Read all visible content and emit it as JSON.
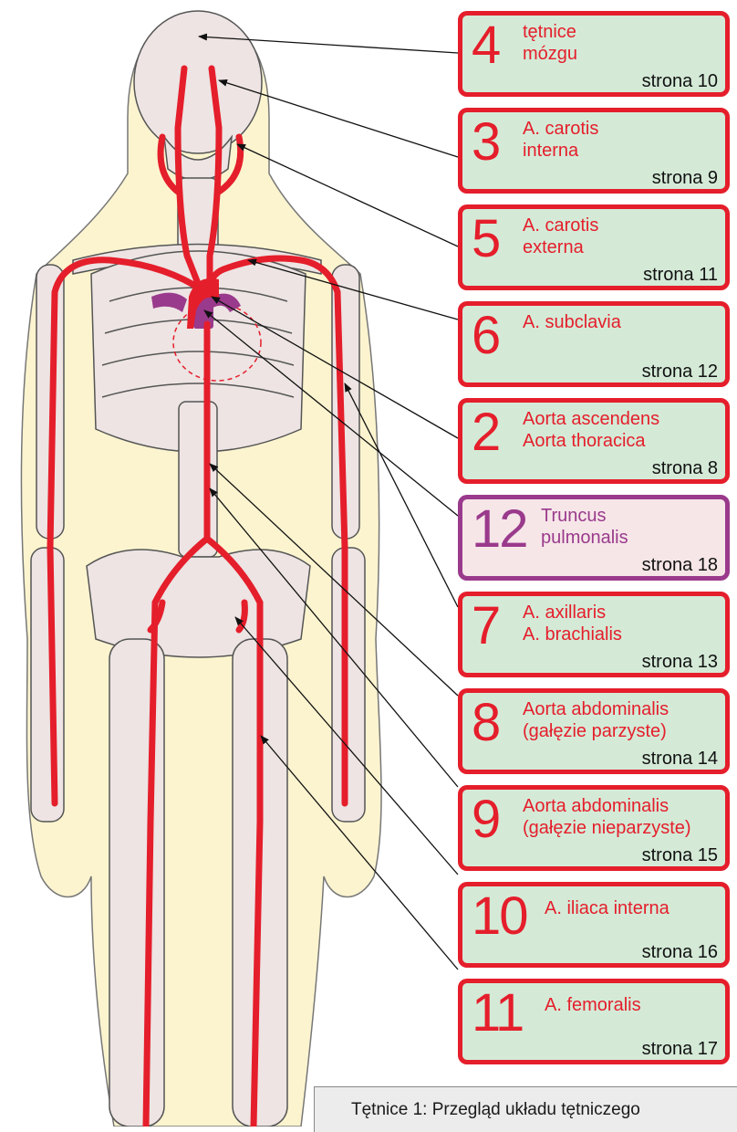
{
  "colors": {
    "artery": "#e51e2b",
    "pulmonary": "#9a3a8c",
    "card_fill": "#d4ead7",
    "pulmonary_fill": "#f6e6e8",
    "body_fill": "#fbf4cf",
    "bone_fill": "#ede4e3"
  },
  "cards": [
    {
      "number": "4",
      "name": "tętnice\nmózgu",
      "page": "strona 10"
    },
    {
      "number": "3",
      "name": "A. carotis\ninterna",
      "page": "strona 9"
    },
    {
      "number": "5",
      "name": "A. carotis\nexterna",
      "page": "strona 11"
    },
    {
      "number": "6",
      "name": "A. subclavia",
      "page": "strona 12"
    },
    {
      "number": "2",
      "name": "Aorta ascendens\nAorta thoracica",
      "page": "strona 8"
    },
    {
      "number": "12",
      "name": "Truncus\npulmonalis",
      "page": "strona 18"
    },
    {
      "number": "7",
      "name": "A. axillaris\nA. brachialis",
      "page": "strona 13"
    },
    {
      "number": "8",
      "name": "Aorta abdominalis\n(gałęzie parzyste)",
      "page": "strona 14"
    },
    {
      "number": "9",
      "name": "Aorta abdominalis\n(gałęzie nieparzyste)",
      "page": "strona 15"
    },
    {
      "number": "10",
      "name": "A. iliaca interna",
      "page": "strona 16"
    },
    {
      "number": "11",
      "name": "A. femoralis",
      "page": "strona 17"
    }
  ],
  "caption": "Tętnice 1: Przegląd układu tętniczego"
}
